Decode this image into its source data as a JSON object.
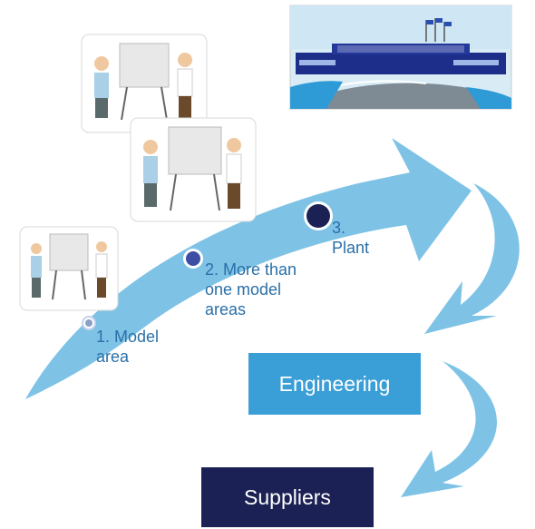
{
  "stages": [
    {
      "label": "1.  Model area"
    },
    {
      "label": "2. More than one model areas"
    },
    {
      "label": "3. Plant"
    }
  ],
  "engineering": {
    "label": "Engineering"
  },
  "suppliers": {
    "label": "Suppliers"
  },
  "colors": {
    "arrow": "#7ec3e6",
    "text": "#2a6fa8",
    "engineering_box": "#3a9fd6",
    "suppliers_box": "#1b2154",
    "dot_small": "#8aa0c8",
    "dot_mid": "#3d4fa5",
    "dot_large": "#1b2154"
  },
  "icons": [
    "presenter-with-whiteboard-image",
    "factory-plant-image"
  ]
}
